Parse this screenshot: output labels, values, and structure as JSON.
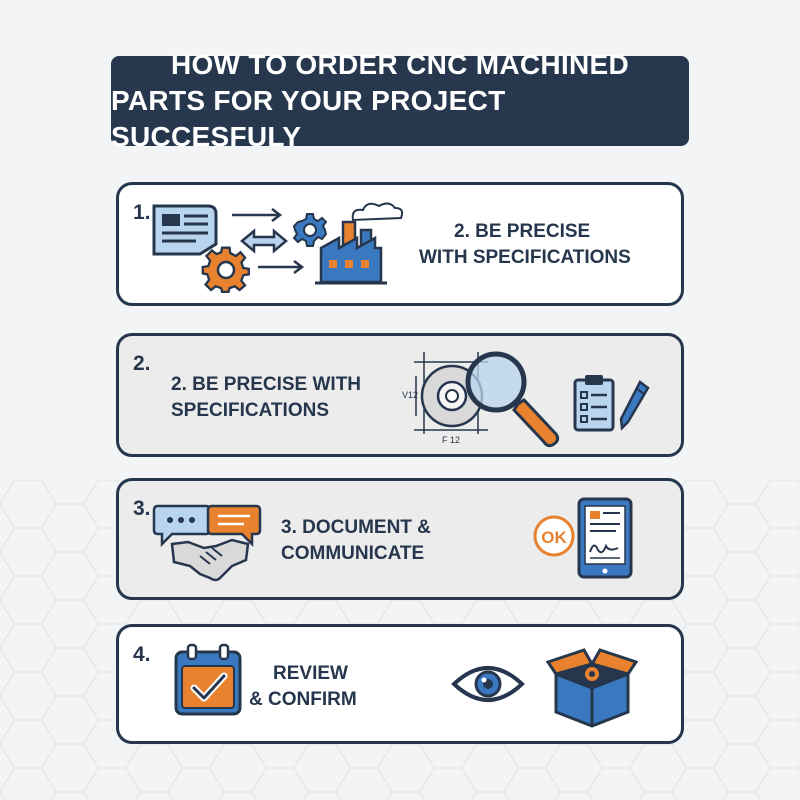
{
  "title": {
    "line1": "HOW TO ORDER CNC MACHINED",
    "line2": "PARTS FOR YOUR PROJECT SUCCESFULY"
  },
  "steps": [
    {
      "number": "1.",
      "label_line1": "2. BE PRECISE",
      "label_line2": "WITH SPECIFICATIONS",
      "icons": [
        "document-icon",
        "gear-icon",
        "exchange-arrows-icon",
        "factory-icon"
      ]
    },
    {
      "number": "2.",
      "label_line1": "2. BE PRECISE WITH",
      "label_line2": "SPECIFICATIONS",
      "dim_v": "V12",
      "dim_h": "F 12",
      "icons": [
        "technical-drawing-icon",
        "magnifier-icon",
        "checklist-clipboard-icon",
        "pen-icon"
      ]
    },
    {
      "number": "3.",
      "label_line1": "3. DOCUMENT &",
      "label_line2": "COMMUNICATE",
      "ok_text": "OK",
      "icons": [
        "chat-bubbles-icon",
        "handshake-icon",
        "ok-stamp-icon",
        "signed-tablet-icon"
      ]
    },
    {
      "number": "4.",
      "label_line1": "REVIEW",
      "label_line2": "& CONFIRM",
      "icons": [
        "calendar-check-icon",
        "eye-icon",
        "open-box-gear-icon"
      ]
    }
  ],
  "colors": {
    "navy": "#26364d",
    "orange": "#e8822e",
    "blue": "#3a78c0",
    "light_blue": "#b9d4ef"
  }
}
